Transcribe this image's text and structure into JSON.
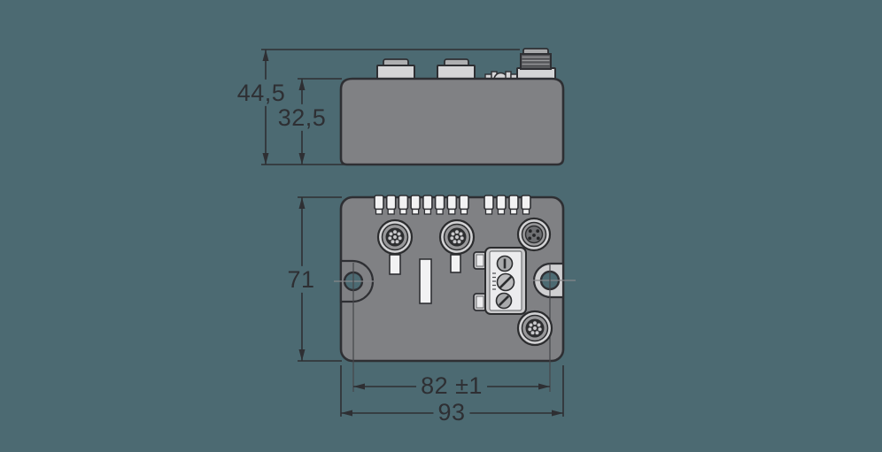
{
  "background_color": "#4c6a72",
  "stroke_color": "#2e2f33",
  "device_body_color": "#808184",
  "light_part_color": "#d5d5d7",
  "window_color": "#f2f2f3",
  "side_view": {
    "overall_height_label": "44,5",
    "body_height_label": "32,5"
  },
  "front_view": {
    "height_label": "71",
    "mounting_hole_spacing_label": "82 ±1",
    "overall_width_label": "93",
    "led_windows": {
      "left_group": 8,
      "right_group": 4
    }
  }
}
